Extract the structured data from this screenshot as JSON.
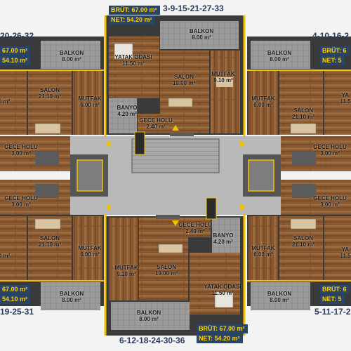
{
  "blocks": {
    "top": {
      "unit_numbers": "3-9-15-21-27-33",
      "brut_label": "BRÜT:",
      "brut_value": "67.00 m²",
      "net_label": "NET:",
      "net_value": "54.20 m²"
    },
    "bottom": {
      "unit_numbers": "6-12-18-24-30-36",
      "brut_label": "BRÜT:",
      "brut_value": "67.00 m²",
      "net_label": "NET:",
      "net_value": "54.20 m²"
    },
    "top_left": {
      "unit_numbers": "20-26-32",
      "brut_value": "67.00 m²",
      "net_value": "54.10 m²"
    },
    "top_right": {
      "unit_numbers": "4-10-16-2",
      "brut_label": "BRÜT: 6",
      "net_label": "NET: 5"
    },
    "bottom_left": {
      "unit_numbers": "19-25-31",
      "brut_value": "67.00 m²",
      "net_value": "54.10 m²"
    },
    "bottom_right": {
      "unit_numbers": "5-11-17-2",
      "brut_label": "BRÜT: 6",
      "net_label": "NET: 5"
    }
  },
  "rooms": {
    "balkon_top": {
      "name": "BALKON",
      "area": "8.00 m²"
    },
    "yatak_top": {
      "name": "YATAK ODASI",
      "area": "11.50 m²"
    },
    "salon_top": {
      "name": "SALON",
      "area": "19.00 m²"
    },
    "mutfak_top": {
      "name": "MUTFAK",
      "area": "9.10 m²"
    },
    "banyo_top": {
      "name": "BANYO",
      "area": "4.20 m²"
    },
    "gece_top": {
      "name": "GECE HOLÜ",
      "area": "2.40 m²"
    },
    "balkon_bottom": {
      "name": "BALKON",
      "area": "8.00 m²"
    },
    "yatak_bottom": {
      "name": "YATAK ODASI",
      "area": "11.50 m²"
    },
    "salon_bottom": {
      "name": "SALON",
      "area": "19.00 m²"
    },
    "mutfak_bottom": {
      "name": "MUTFAK",
      "area": "9.10 m²"
    },
    "banyo_bottom": {
      "name": "BANYO",
      "area": "4.20 m²"
    },
    "gece_bottom": {
      "name": "GECE HOLÜ",
      "area": "2.40 m²"
    },
    "balkon_tl": {
      "name": "BALKON",
      "area": "8.00 m²"
    },
    "salon_tl": {
      "name": "SALON",
      "area": "21.10 m²"
    },
    "mutfak_tl": {
      "name": "MUTFAK",
      "area": "6.00 m²"
    },
    "gece_tl": {
      "name": "GECE HOLÜ",
      "area": "3.00 m²"
    },
    "balkon_bl": {
      "name": "BALKON",
      "area": "8.00 m²"
    },
    "salon_bl": {
      "name": "SALON",
      "area": "21.10 m²"
    },
    "mutfak_bl": {
      "name": "MUTFAK",
      "area": "6.00 m²"
    },
    "gece_bl": {
      "name": "GECE HOLÜ",
      "area": "3.00 m²"
    },
    "balkon_tr": {
      "name": "BALKON",
      "area": "8.00 m²"
    },
    "salon_tr": {
      "name": "SALON",
      "area": "21.10 m²"
    },
    "mutfak_tr": {
      "name": "MUTFAK",
      "area": "6.00 m²"
    },
    "gece_tr": {
      "name": "GECE HOLÜ",
      "area": "3.00 m²"
    },
    "balkon_br": {
      "name": "BALKON",
      "area": "8.00 m²"
    },
    "salon_br": {
      "name": "SALON",
      "area": "21.10 m²"
    },
    "mutfak_br": {
      "name": "MUTFAK",
      "area": "6.00 m²"
    },
    "gece_br": {
      "name": "GECE HOLÜ",
      "area": "3.00 m²"
    },
    "partial_tl": {
      "name": "",
      "area": "0 m²"
    },
    "partial_bl": {
      "name": "",
      "area": "0 m²"
    },
    "partial_tr": {
      "name": "YA",
      "area": "11.5"
    },
    "partial_br": {
      "name": "YA",
      "area": "11.5"
    }
  },
  "colors": {
    "wood": "#8a5a32",
    "wood_dark": "#6b4324",
    "tile": "#9a9a9a",
    "wall": "#3a3a3a",
    "accent": "#f2c200",
    "core": "#7d7d7d",
    "corridor": "#b9b9b9",
    "label_bg": "#2a4466"
  }
}
